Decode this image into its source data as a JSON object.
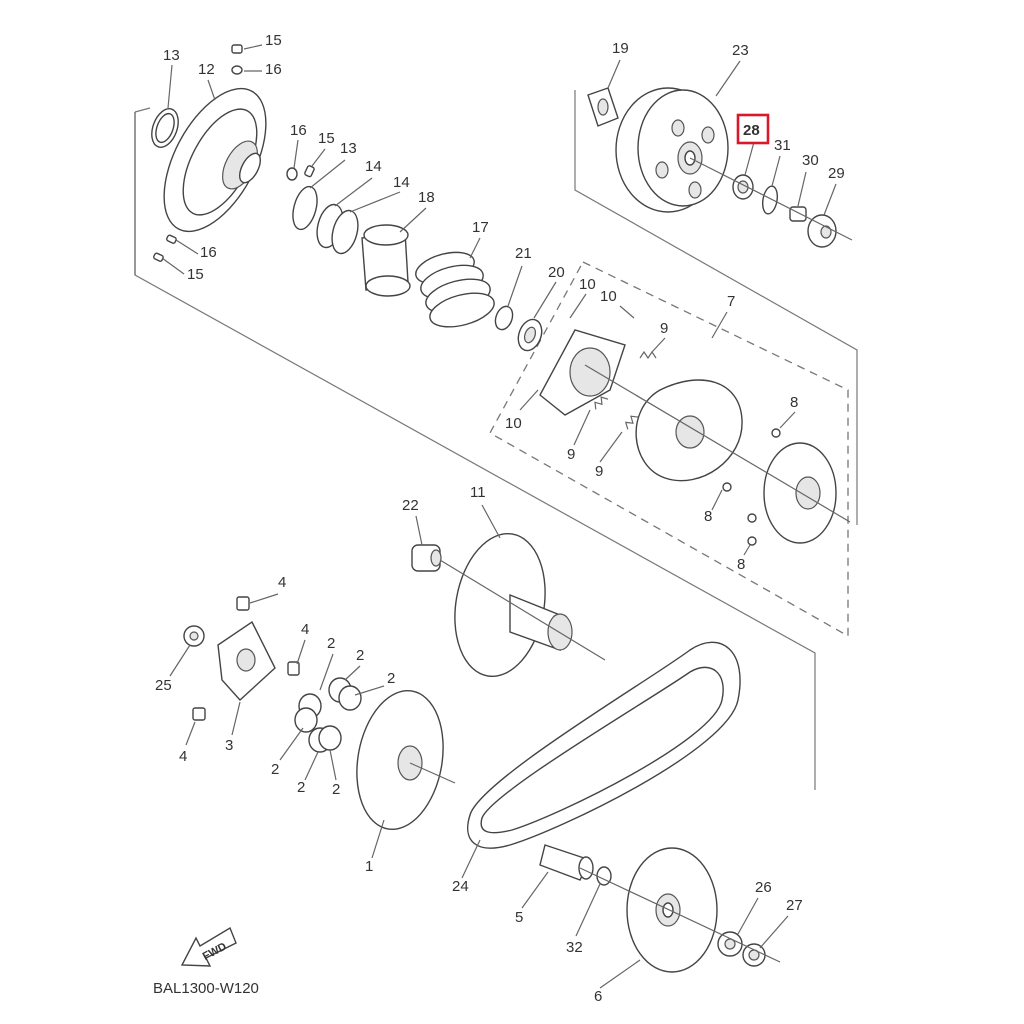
{
  "diagram": {
    "code": "BAL1300-W120",
    "fwd_label": "FWD",
    "highlighted_part": "28",
    "highlight_color": "#d9182a",
    "parts": [
      {
        "id": "p15a",
        "label": "15"
      },
      {
        "id": "p16a",
        "label": "16"
      },
      {
        "id": "p13a",
        "label": "13"
      },
      {
        "id": "p12",
        "label": "12"
      },
      {
        "id": "p16b",
        "label": "16"
      },
      {
        "id": "p15b",
        "label": "15"
      },
      {
        "id": "p13b",
        "label": "13"
      },
      {
        "id": "p14a",
        "label": "14"
      },
      {
        "id": "p14b",
        "label": "14"
      },
      {
        "id": "p18",
        "label": "18"
      },
      {
        "id": "p17",
        "label": "17"
      },
      {
        "id": "p16c",
        "label": "16"
      },
      {
        "id": "p15c",
        "label": "15"
      },
      {
        "id": "p21",
        "label": "21"
      },
      {
        "id": "p20",
        "label": "20"
      },
      {
        "id": "p10a",
        "label": "10"
      },
      {
        "id": "p10b",
        "label": "10"
      },
      {
        "id": "p10c",
        "label": "10"
      },
      {
        "id": "p9a",
        "label": "9"
      },
      {
        "id": "p9b",
        "label": "9"
      },
      {
        "id": "p9c",
        "label": "9"
      },
      {
        "id": "p7",
        "label": "7"
      },
      {
        "id": "p8a",
        "label": "8"
      },
      {
        "id": "p8b",
        "label": "8"
      },
      {
        "id": "p8c",
        "label": "8"
      },
      {
        "id": "p19",
        "label": "19"
      },
      {
        "id": "p23",
        "label": "23"
      },
      {
        "id": "p28",
        "label": "28"
      },
      {
        "id": "p31",
        "label": "31"
      },
      {
        "id": "p30",
        "label": "30"
      },
      {
        "id": "p29",
        "label": "29"
      },
      {
        "id": "p22",
        "label": "22"
      },
      {
        "id": "p11",
        "label": "11"
      },
      {
        "id": "p4a",
        "label": "4"
      },
      {
        "id": "p4b",
        "label": "4"
      },
      {
        "id": "p4c",
        "label": "4"
      },
      {
        "id": "p25",
        "label": "25"
      },
      {
        "id": "p3",
        "label": "3"
      },
      {
        "id": "p2a",
        "label": "2"
      },
      {
        "id": "p2b",
        "label": "2"
      },
      {
        "id": "p2c",
        "label": "2"
      },
      {
        "id": "p2d",
        "label": "2"
      },
      {
        "id": "p2e",
        "label": "2"
      },
      {
        "id": "p2f",
        "label": "2"
      },
      {
        "id": "p1",
        "label": "1"
      },
      {
        "id": "p24",
        "label": "24"
      },
      {
        "id": "p5",
        "label": "5"
      },
      {
        "id": "p32",
        "label": "32"
      },
      {
        "id": "p6",
        "label": "6"
      },
      {
        "id": "p26",
        "label": "26"
      },
      {
        "id": "p27",
        "label": "27"
      }
    ]
  }
}
